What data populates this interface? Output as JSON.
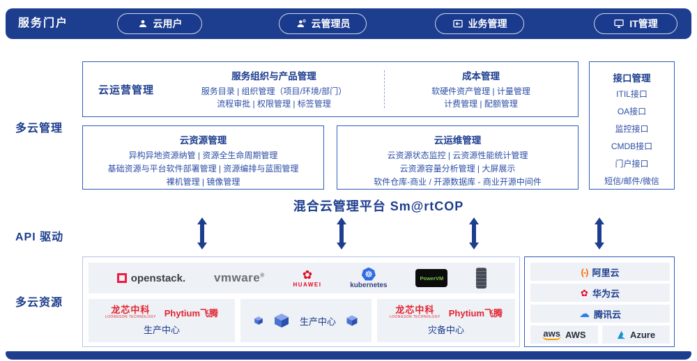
{
  "colors": {
    "navy": "#1d3d8e",
    "box_border": "#2e5cb8",
    "panel_gray": "#eef1f6",
    "brand_red": "#e2232f",
    "alibaba_orange": "#ff6a00",
    "aws_orange": "#ff9900",
    "kubernetes_blue": "#326ce5",
    "tencent_blue": "#2b7de9",
    "azure_blue": "#1790d4"
  },
  "portal": {
    "label": "服务门户",
    "buttons": [
      {
        "label": "云用户"
      },
      {
        "label": "云管理员"
      },
      {
        "label": "业务管理"
      },
      {
        "label": "IT管理"
      }
    ]
  },
  "side_labels": {
    "management": "多云管理",
    "api": "API 驱动",
    "resources": "多云资源"
  },
  "cloud_operation": {
    "title": "云运营管理",
    "service_product": {
      "title": "服务组织与产品管理",
      "line1": "服务目录 | 组织管理（项目/环境/部门）",
      "line2": "流程审批 | 权限管理 | 标签管理"
    },
    "cost": {
      "title": "成本管理",
      "line1": "软硬件资产管理 | 计量管理",
      "line2": "计费管理 | 配额管理"
    }
  },
  "cloud_resource": {
    "title": "云资源管理",
    "line1": "异构异地资源纳管 | 资源全生命周期管理",
    "line2": "基础资源与平台软件部署管理 | 资源编排与蓝图管理",
    "line3": "裸机管理 | 镜像管理"
  },
  "cloud_maintenance": {
    "title": "云运维管理",
    "line1": "云资源状态监控 | 云资源性能统计管理",
    "line2": "云资源容量分析管理 | 大屏展示",
    "line3": "软件仓库-商业 / 开源数据库 - 商业开源中间件"
  },
  "interface": {
    "title": "接口管理",
    "items": [
      "ITIL接口",
      "OA接口",
      "监控接口",
      "CMDB接口",
      "门户接口",
      "短信/邮件/微信"
    ]
  },
  "platform_title": "混合云管理平台 Sm@rtCOP",
  "vendors": {
    "openstack": "openstack.",
    "vmware": "vmware",
    "vmware_reg": "®",
    "huawei": "HUAWEI",
    "kubernetes": "kubernetes",
    "powervm": "PowerVM"
  },
  "centers": {
    "loongson": "龙芯中科",
    "loongson_sub": "LOONGSON TECHNOLOGY",
    "phytium": "Phytium飞腾",
    "production": "生产中心",
    "disaster": "灾备中心"
  },
  "public_clouds": {
    "alibaba": "阿里云",
    "huawei": "华为云",
    "tencent": "腾讯云",
    "aws_logo": "aws",
    "aws": "AWS",
    "azure": "Azure"
  },
  "icons": {
    "huawei_flower": "✿",
    "tencent_cloud": "☁",
    "kubernetes_helm": "☸",
    "alibaba_brackets": "(-)"
  }
}
